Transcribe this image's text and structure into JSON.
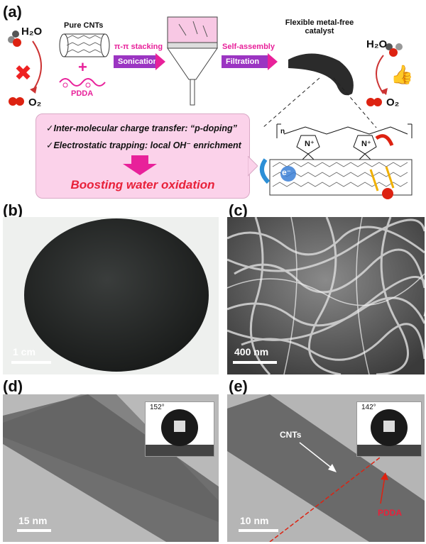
{
  "panel_a": {
    "label": "(a)",
    "h2o_left": "H₂O",
    "o2_left": "O₂",
    "pure_cnts": "Pure CNTs",
    "pdda": "PDDA",
    "pi_stacking": "π-π stacking",
    "sonication": "Sonication",
    "self_assembly": "Self-assembly",
    "filtration": "Filtration",
    "catalyst_title": "Flexible metal-free catalyst",
    "h2o_right": "H₂O",
    "o2_right": "O₂",
    "bullet1": "✓Inter-molecular charge transfer:  “p-doping”",
    "bullet2": "✓Electrostatic trapping: local OH⁻ enrichment",
    "boost": "Boosting water oxidation",
    "n_plus_1": "N⁺",
    "n_plus_2": "N⁺",
    "subscript_n": "n",
    "electron": "e⁻"
  },
  "panel_b": {
    "label": "(b)",
    "scale": "1 cm"
  },
  "panel_c": {
    "label": "(c)",
    "scale": "400 nm"
  },
  "panel_d": {
    "label": "(d)",
    "scale": "15 nm",
    "angle": "152°"
  },
  "panel_e": {
    "label": "(e)",
    "scale": "10 nm",
    "angle": "142°",
    "cnts": "CNTs",
    "pdda": "PDDA"
  },
  "colors": {
    "pink_accent": "#e8219a",
    "purple_bar": "#9b35c2",
    "red_text": "#e8213a"
  }
}
